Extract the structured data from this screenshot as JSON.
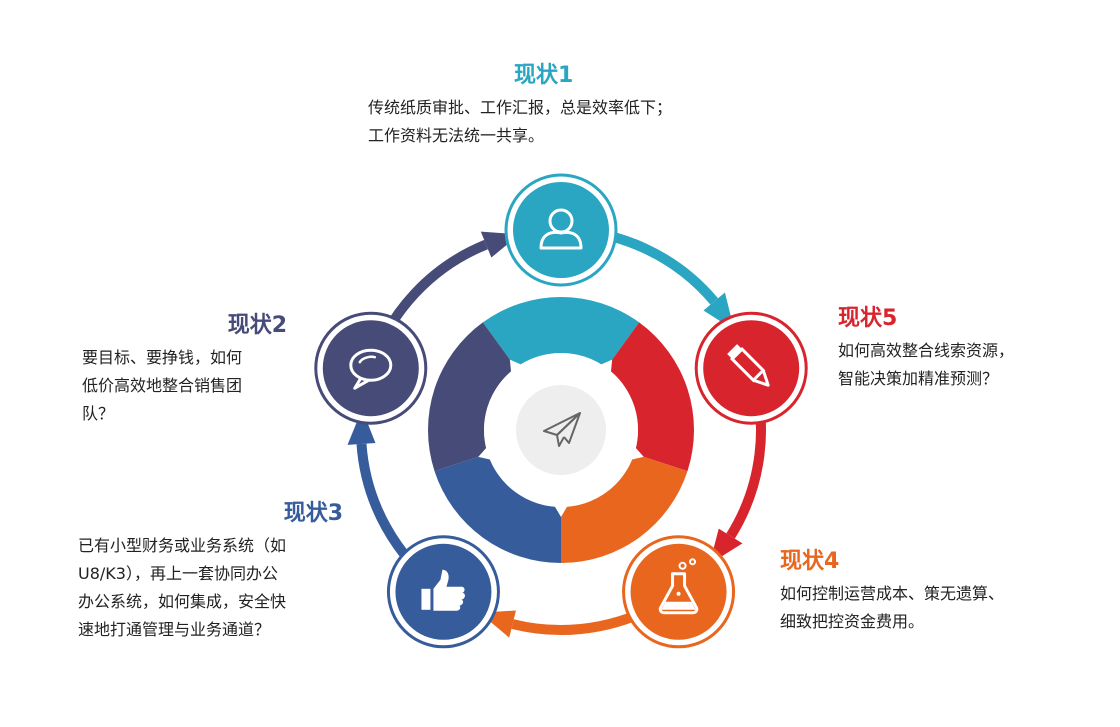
{
  "colors": {
    "teal": "#2aa5c2",
    "red": "#d8252d",
    "orange": "#e9661e",
    "blue": "#365c9c",
    "navy": "#474b78",
    "center_gray": "#eeeeee"
  },
  "nodes": [
    {
      "id": "1",
      "title": "现状1",
      "lines": [
        "传统纸质审批、工作汇报，总是效率低下；",
        "工作资料无法统一共享。"
      ],
      "color": "#2aa5c2",
      "icon": "user-icon"
    },
    {
      "id": "2",
      "title": "现状2",
      "lines": [
        "要目标、要挣钱，如何",
        "低价高效地整合销售团",
        "队？"
      ],
      "color": "#474b78",
      "icon": "speech-bubble-icon"
    },
    {
      "id": "3",
      "title": "现状3",
      "lines": [
        "已有小型财务或业务系统（如",
        "U8/K3），再上一套协同办公",
        "办公系统，如何集成，安全快",
        "速地打通管理与业务通道？"
      ],
      "color": "#365c9c",
      "icon": "thumbs-up-icon"
    },
    {
      "id": "4",
      "title": "现状4",
      "lines": [
        "如何控制运营成本、策无遗算、",
        "细致把控资金费用。"
      ],
      "color": "#e9661e",
      "icon": "flask-icon"
    },
    {
      "id": "5",
      "title": "现状5",
      "lines": [
        "如何高效整合线索资源，",
        "智能决策加精准预测？"
      ],
      "color": "#d8252d",
      "icon": "pencil-icon"
    }
  ],
  "center_icon": "paper-plane-icon"
}
